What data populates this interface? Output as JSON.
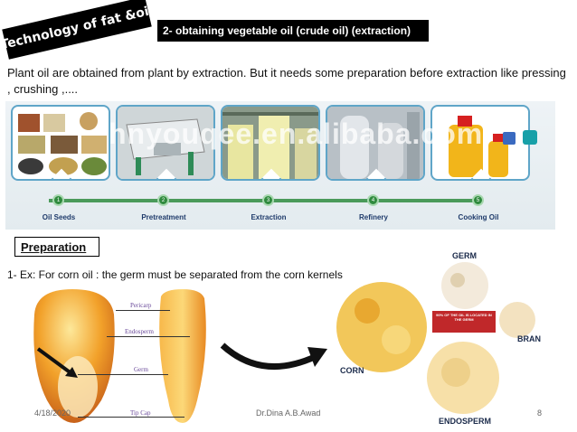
{
  "header": {
    "title": "Technology of fat &oil",
    "section": "2- obtaining vegetable oil (crude oil) (extraction)"
  },
  "intro_text": "Plant oil are obtained from plant by extraction. But it needs some preparation before extraction like pressing , crushing ,....",
  "process": {
    "watermark": "hnyouqee.en.alibaba.com",
    "steps": [
      {
        "num": "1",
        "label": "Oil Seeds"
      },
      {
        "num": "2",
        "label": "Pretreatment"
      },
      {
        "num": "3",
        "label": "Extraction"
      },
      {
        "num": "4",
        "label": "Refinery"
      },
      {
        "num": "5",
        "label": "Cooking Oil"
      }
    ]
  },
  "preparation": {
    "title": "Preparation",
    "example": "1- Ex: For corn oil : the germ must be separated from the corn kernels"
  },
  "kernel_labels": {
    "pericarp": "Pericarp",
    "endosperm": "Endosperm",
    "germ": "Germ",
    "tip_cap": "Tip Cap"
  },
  "flow_labels": {
    "germ": "GERM",
    "corn": "CORN",
    "bran": "BRAN",
    "endosperm": "ENDOSPERM",
    "note": "90% OF THE OIL IS LOCATED IN THE GERM"
  },
  "footer": {
    "date": "4/18/2020",
    "author": "Dr.Dina A.B.Awad",
    "page": "8"
  },
  "colors": {
    "badge": "#000000",
    "card_border": "#5fa5c8",
    "timeline": "#4a9a5a",
    "step_label": "#1f3b6b",
    "note_box": "#c0282a"
  }
}
